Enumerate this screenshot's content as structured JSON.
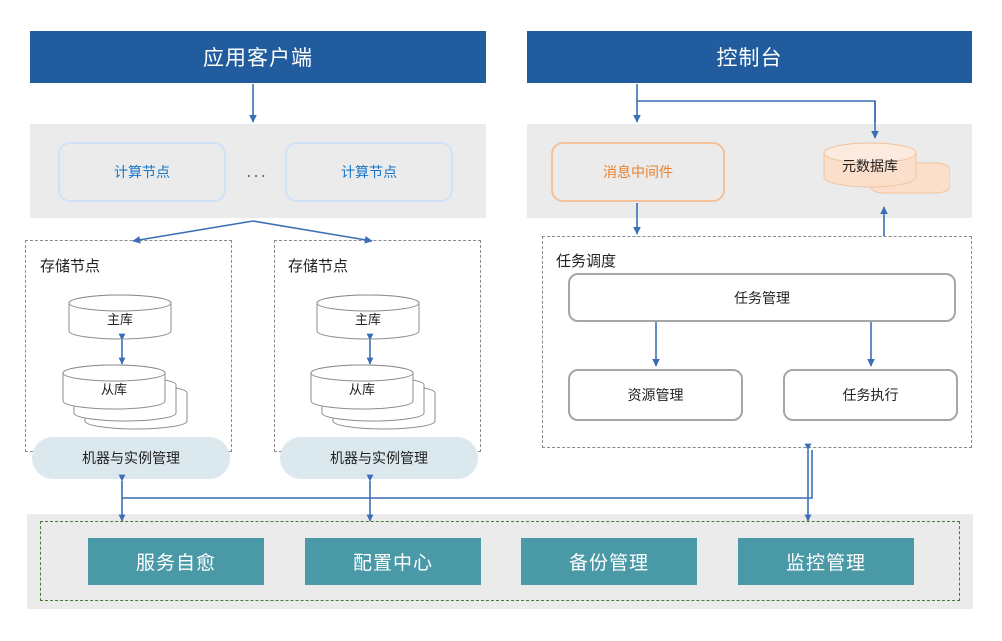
{
  "diagram": {
    "title": "",
    "colors": {
      "header_blue": "#205C9E",
      "band_gray": "#ebebeb",
      "compute_border": "#cfe2f7",
      "compute_text": "#1677C8",
      "mq_border": "#f4c199",
      "mq_text": "#E8822E",
      "db_fill": "#fbe0cd",
      "db_stroke": "#f0c0a0",
      "arrow_blue": "#3a6fb5",
      "gray_box_border": "#a6a6a6",
      "pill_fill": "#dbe8ed",
      "teal": "#4A99A6",
      "green_dash": "#4a7a3a",
      "dash_gray": "#8a8a8a"
    },
    "headers": {
      "client": "应用客户端",
      "console": "控制台"
    },
    "compute_band": {
      "nodes": [
        {
          "label": "计算节点"
        },
        {
          "label": "计算节点"
        }
      ],
      "ellipsis": "..."
    },
    "console_band": {
      "middleware": {
        "label": "消息中间件"
      },
      "metadata_db": {
        "label": "元数据库",
        "icon": "stacked-database-icon"
      }
    },
    "storage_nodes": [
      {
        "title": "存储节点",
        "primary": {
          "label": "主库",
          "icon": "database-cylinder-icon"
        },
        "replica": {
          "label": "从库",
          "icon": "stacked-database-cylinder-icon"
        },
        "pill": "机器与实例管理"
      },
      {
        "title": "存储节点",
        "primary": {
          "label": "主库",
          "icon": "database-cylinder-icon"
        },
        "replica": {
          "label": "从库",
          "icon": "stacked-database-cylinder-icon"
        },
        "pill": "机器与实例管理"
      }
    ],
    "scheduler": {
      "title": "任务调度",
      "task_management": "任务管理",
      "children": [
        {
          "label": "资源管理"
        },
        {
          "label": "任务执行"
        }
      ]
    },
    "platform_services": [
      {
        "label": "服务自愈"
      },
      {
        "label": "配置中心"
      },
      {
        "label": "备份管理"
      },
      {
        "label": "监控管理"
      }
    ]
  }
}
